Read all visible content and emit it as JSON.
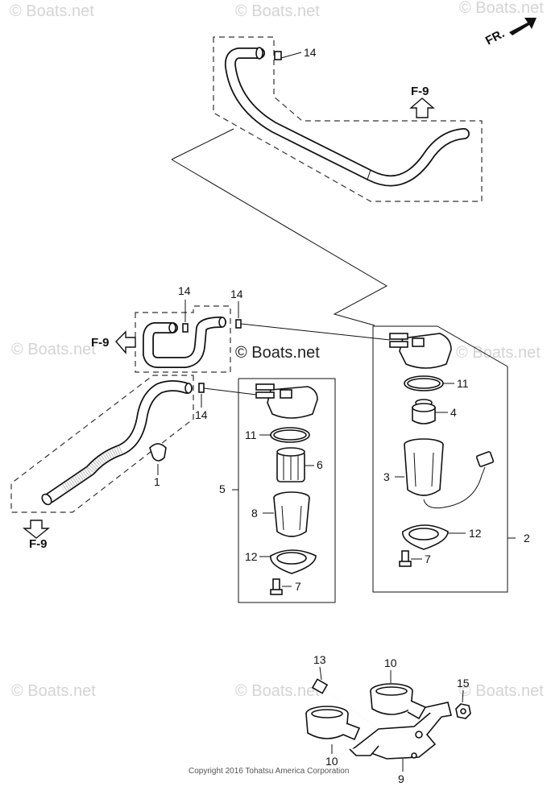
{
  "watermarks": {
    "top_left": "© Boats.net",
    "top_center": "© Boats.net",
    "top_right": "© Boats.net",
    "mid_left": "© Boats.net",
    "mid_center": "© Boats.net",
    "mid_right": "© Boats.net",
    "bottom_left": "© Boats.net",
    "bottom_center": "© Boats.net",
    "bottom_right": "© Boats.net"
  },
  "orientation_label": "FR.",
  "refs": {
    "top": "F-9",
    "mid_left": "F-9",
    "bottom_left": "F-9"
  },
  "callouts": {
    "n14_top": "14",
    "n14_mid_a": "14",
    "n14_mid_b": "14",
    "n14_lower": "14",
    "n1": "1",
    "n5": "5",
    "n11_left": "11",
    "n6": "6",
    "n8": "8",
    "n12_left": "12",
    "n7_left": "7",
    "n11_right": "11",
    "n4": "4",
    "n3": "3",
    "n12_right": "12",
    "n7_right": "7",
    "n2": "2",
    "n13": "13",
    "n10_top": "10",
    "n15": "15",
    "n10_bottom": "10",
    "n9": "9"
  },
  "copyright": "Copyright 2016 Tohatsu America Corporation",
  "colors": {
    "ink": "#111111",
    "watermark": "#d4d4d4",
    "background": "#ffffff"
  }
}
